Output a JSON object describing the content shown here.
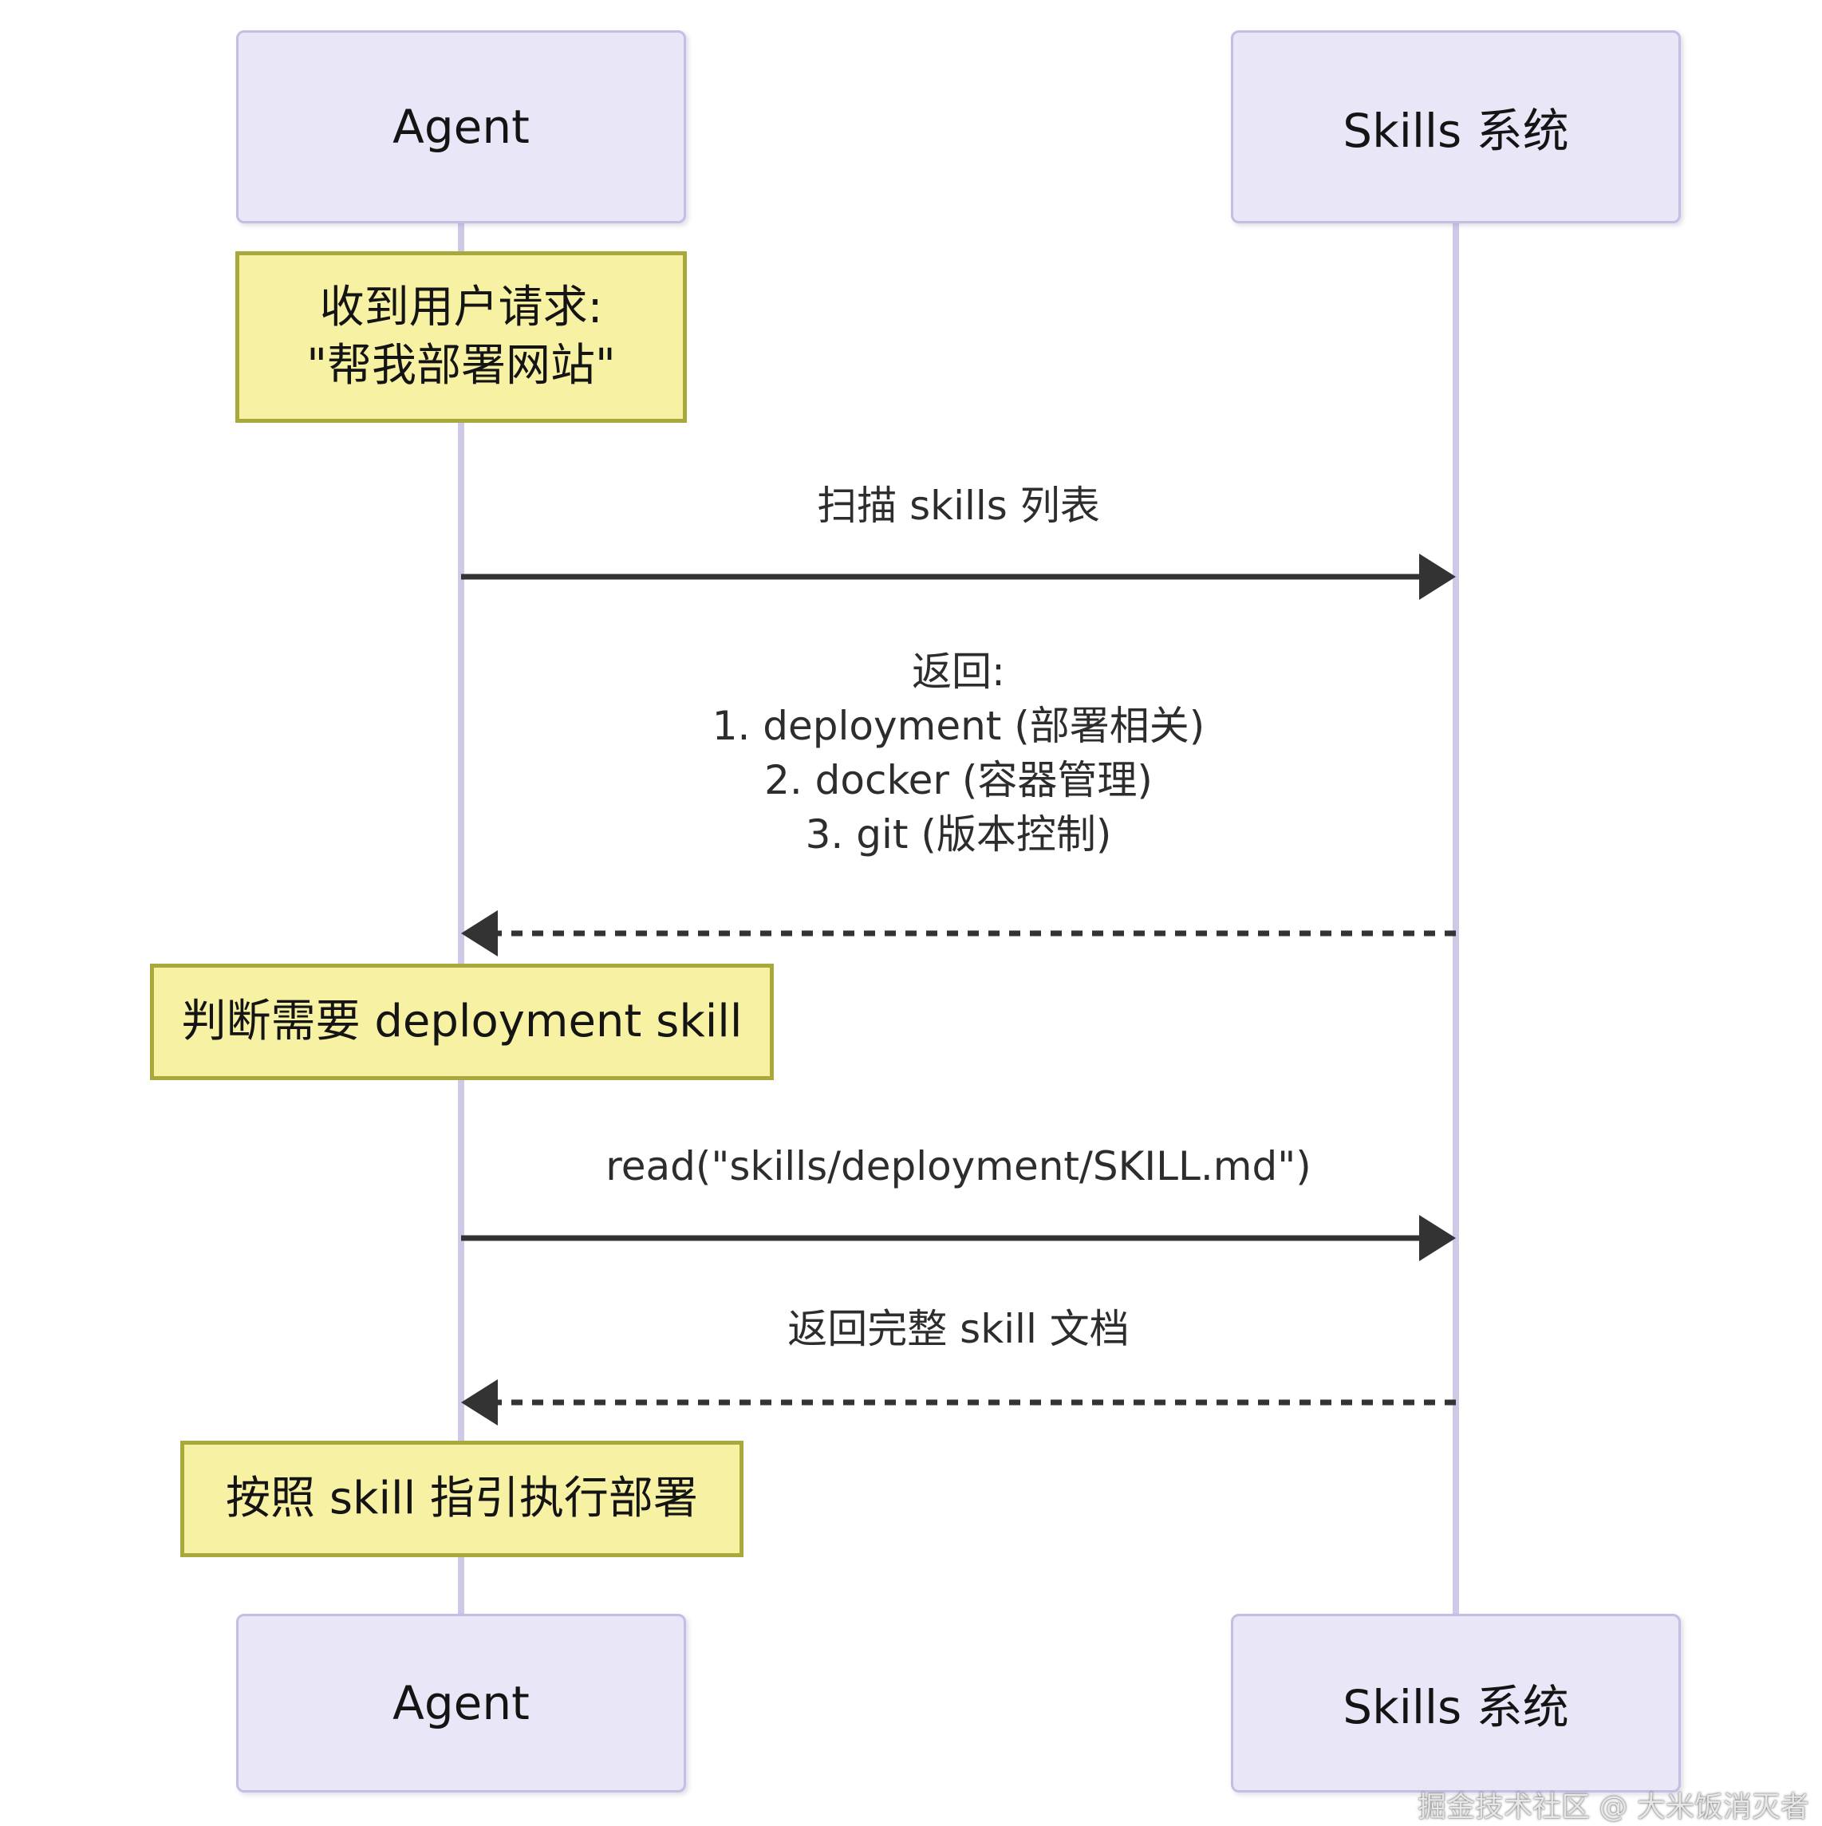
{
  "diagram": {
    "type": "sequence",
    "actors": [
      {
        "id": "agent",
        "label": "Agent"
      },
      {
        "id": "skills",
        "label": "Skills 系统"
      }
    ],
    "notes": [
      {
        "over": "agent",
        "lines": [
          "收到用户请求:",
          "\"帮我部署网站\""
        ]
      },
      {
        "over": "agent",
        "lines": [
          "判断需要 deployment skill"
        ]
      },
      {
        "over": "agent",
        "lines": [
          "按照 skill 指引执行部署"
        ]
      }
    ],
    "messages": [
      {
        "from": "agent",
        "to": "skills",
        "style": "solid",
        "lines": [
          "扫描 skills 列表"
        ]
      },
      {
        "from": "skills",
        "to": "agent",
        "style": "dashed",
        "lines": [
          "返回:",
          "1. deployment (部署相关)",
          "2. docker (容器管理)",
          "3. git (版本控制)"
        ]
      },
      {
        "from": "agent",
        "to": "skills",
        "style": "solid",
        "lines": [
          "read(\"skills/deployment/SKILL.md\")"
        ]
      },
      {
        "from": "skills",
        "to": "agent",
        "style": "dashed",
        "lines": [
          "返回完整 skill 文档"
        ]
      }
    ],
    "watermark": "掘金技术社区 @ 大米饭消灭者",
    "colors": {
      "background": "#ffffff",
      "actor_fill": "#E9E7F7",
      "actor_border": "#C5BDE2",
      "lifeline": "#CFC9E8",
      "note_fill": "#F7F1A3",
      "note_border": "#A8A83C",
      "message_line": "#333333",
      "message_text": "#2d2d2d",
      "text": "#141414",
      "watermark_color": "#e6e6e6"
    }
  }
}
